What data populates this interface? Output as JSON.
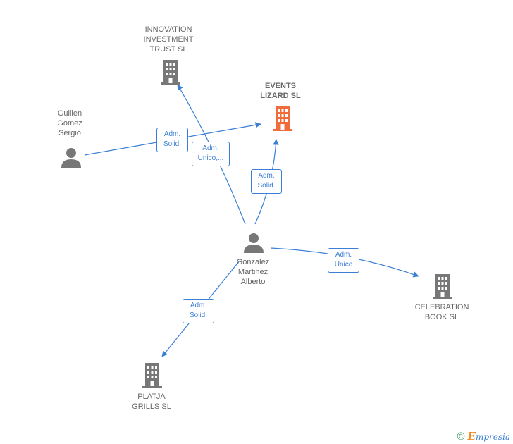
{
  "colors": {
    "edge": "#3a7fd5",
    "node": "#777777",
    "highlight": "#f26b3a"
  },
  "nodes": {
    "innovation": {
      "label": "INNOVATION\nINVESTMENT\nTRUST SL",
      "icon": "building-icon"
    },
    "events": {
      "label": "EVENTS\nLIZARD SL",
      "icon": "building-icon"
    },
    "guillen": {
      "label": "Guillen\nGomez\nSergio",
      "icon": "person-icon"
    },
    "gonzalez": {
      "label": "Gonzalez\nMartinez\nAlberto",
      "icon": "person-icon"
    },
    "celebration": {
      "label": "CELEBRATION\nBOOK SL",
      "icon": "building-icon"
    },
    "platja": {
      "label": "PLATJA\nGRILLS  SL",
      "icon": "building-icon"
    }
  },
  "edges": {
    "guillen_events": "Adm.\nSolid.",
    "gonzalez_innovation": "Adm.\nUnico,...",
    "gonzalez_events": "Adm.\nSolid.",
    "gonzalez_celebration": "Adm.\nUnico",
    "gonzalez_platja": "Adm.\nSolid."
  },
  "footer": {
    "copyright": "©",
    "brand_initial": "E",
    "brand_rest": "mpresia"
  }
}
